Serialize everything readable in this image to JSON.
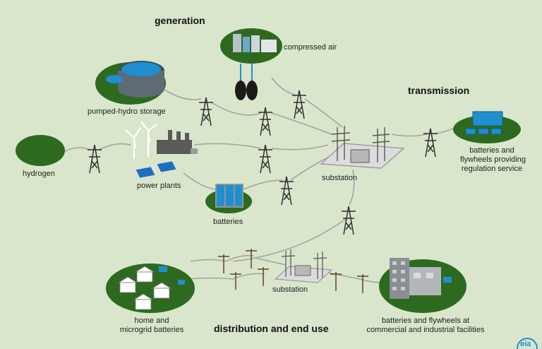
{
  "headings": {
    "generation": "generation",
    "transmission": "transmission",
    "distribution": "distribution and end use"
  },
  "labels": {
    "compressed_air": "compressed air",
    "pumped_hydro": "pumped-hydro storage",
    "hydrogen": "hydrogen",
    "power_plants": "power plants",
    "batteries": "batteries",
    "substation_transmission": "substation",
    "regulation_line1": "batteries and",
    "regulation_line2": "flywheels providing",
    "regulation_line3": "regulation service",
    "substation_distribution": "substation",
    "home_line1": "home and",
    "home_line2": "microgrid batteries",
    "commercial_line1": "batteries and flywheels at",
    "commercial_line2": "commercial and industrial facilities"
  },
  "logo": "eia",
  "colors": {
    "background": "#d9e6cc",
    "node_green": "#2d6a1f",
    "line_gray": "#9a9a9a",
    "tower": "#333333",
    "accent_blue": "#1f8fcf"
  }
}
